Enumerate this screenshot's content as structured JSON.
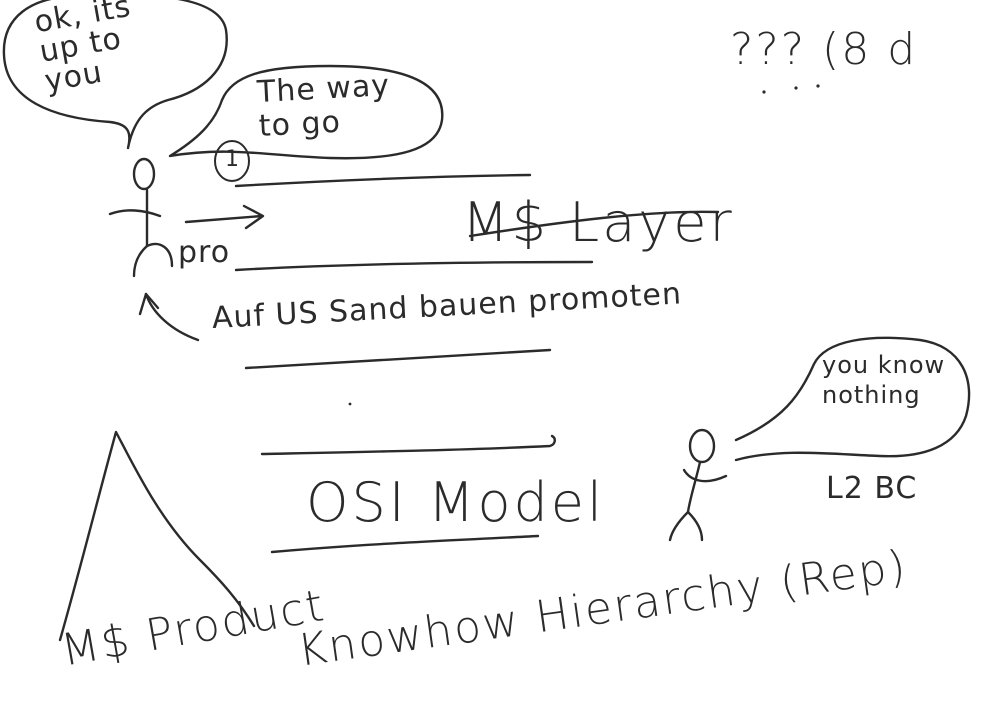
{
  "whiteboard": {
    "bubble_left": "ok, its up to you",
    "bubble_middle": "The way to go",
    "circled_number": "1",
    "pro_label": "pro",
    "top_right_note": "??? (8 d",
    "ms_layer": "M$ Layer",
    "auf_us_sand": "Auf US Sand bauen promoten",
    "osi_model": "OSI Model",
    "bubble_right": "you know nothing",
    "l2bc": "L2 BC",
    "ms_product": "M$ Product",
    "knowhow_hierarchy": "Knowhow Hierarchy (Rep)"
  }
}
